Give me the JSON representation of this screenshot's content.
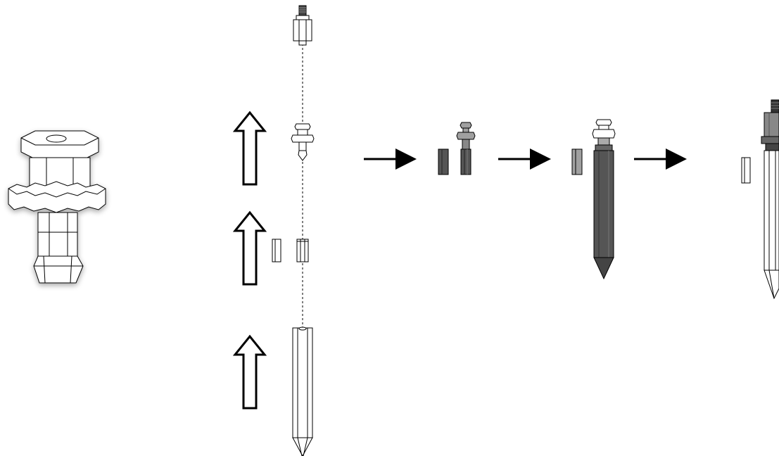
{
  "diagram": {
    "kind": "exploded-assembly-instructions",
    "stroke_color": "#000000",
    "part_fill_light": "#ffffff",
    "part_fill_mid": "#9a9a9a",
    "part_fill_dark": "#555555",
    "part_fill_shadow": "#d9d9d9",
    "components": [
      {
        "name": "fitting-detail",
        "icon": "barbed-hose-fitting-icon"
      },
      {
        "name": "top-connector",
        "icon": "threaded-connector-icon"
      },
      {
        "name": "barbed-fitting",
        "icon": "barbed-fitting-icon"
      },
      {
        "name": "spacer-sleeves",
        "icon": "sleeve-icon"
      },
      {
        "name": "probe-rod",
        "icon": "pointed-rod-icon"
      }
    ],
    "steps": [
      {
        "name": "step-1",
        "icon": "spacer-and-fitting-icon"
      },
      {
        "name": "step-2",
        "icon": "assembled-probe-icon"
      },
      {
        "name": "step-3",
        "icon": "completed-probe-icon"
      }
    ],
    "arrows": {
      "up_count": 3,
      "right_count": 3
    }
  }
}
